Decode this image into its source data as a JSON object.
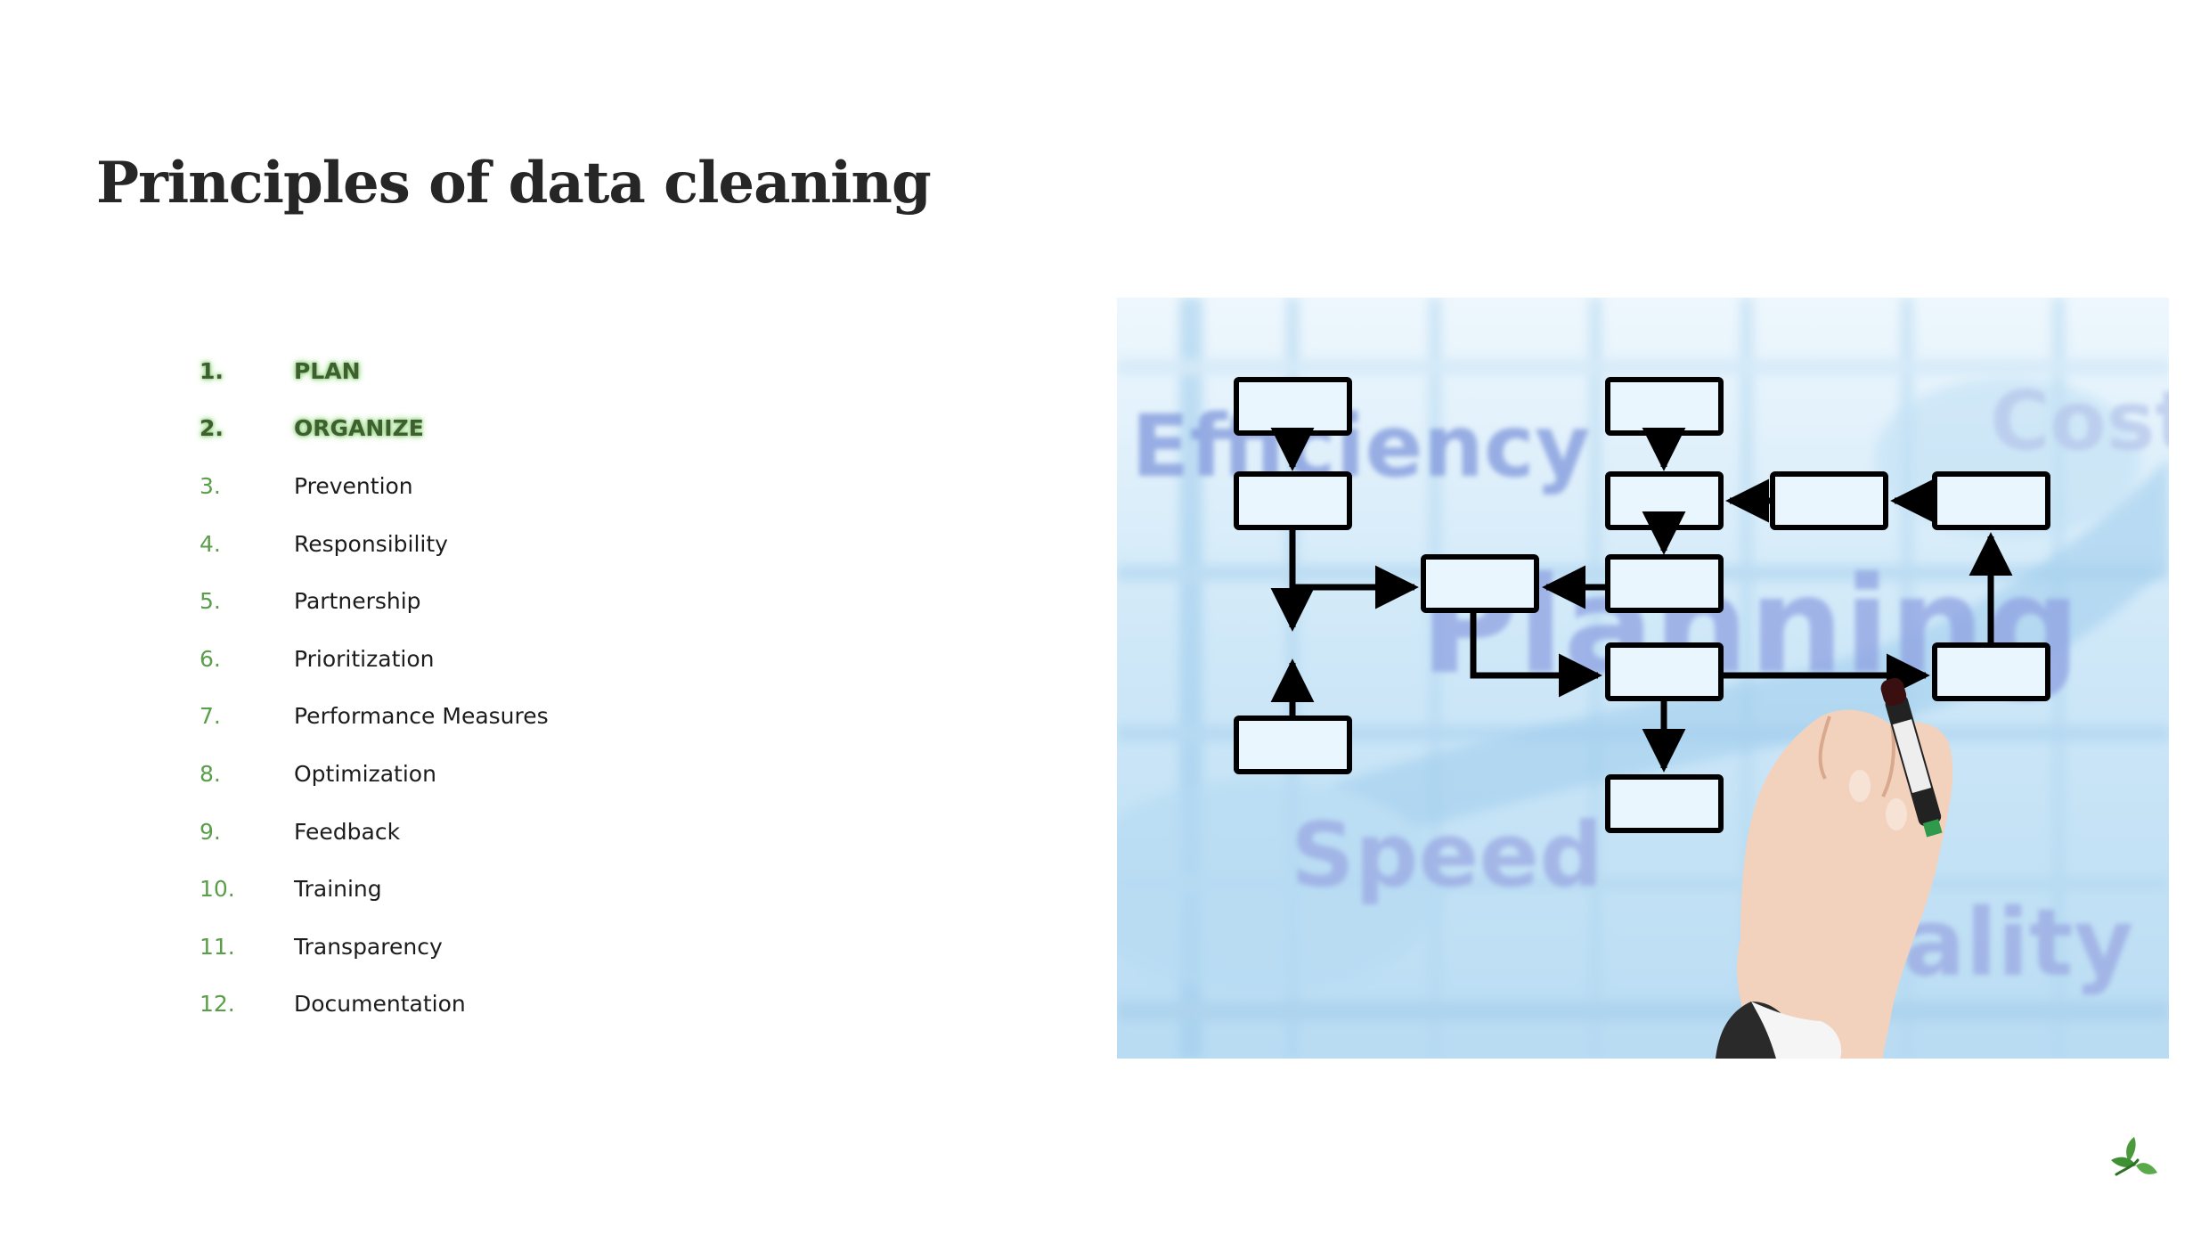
{
  "slide": {
    "title": "Principles of data cleaning",
    "items": [
      {
        "number": "1.",
        "label": "PLAN",
        "highlighted": true
      },
      {
        "number": "2.",
        "label": "ORGANIZE",
        "highlighted": true
      },
      {
        "number": "3.",
        "label": "Prevention",
        "highlighted": false
      },
      {
        "number": "4.",
        "label": "Responsibility",
        "highlighted": false
      },
      {
        "number": "5.",
        "label": "Partnership",
        "highlighted": false
      },
      {
        "number": "6.",
        "label": "Prioritization",
        "highlighted": false
      },
      {
        "number": "7.",
        "label": "Performance Measures",
        "highlighted": false
      },
      {
        "number": "8.",
        "label": "Optimization",
        "highlighted": false
      },
      {
        "number": "9.",
        "label": "Feedback",
        "highlighted": false
      },
      {
        "number": "10.",
        "label": "Training",
        "highlighted": false
      },
      {
        "number": "11.",
        "label": "Transparency",
        "highlighted": false
      },
      {
        "number": "12.",
        "label": "Documentation",
        "highlighted": false
      }
    ],
    "figure": {
      "words": {
        "efficiency": "Efficiency",
        "cost": "Cost",
        "planning": "Planning",
        "speed": "Speed",
        "quality": "Quality"
      }
    },
    "logo_icon": "leaf-icon"
  },
  "colors": {
    "accent_green": "#5a9e4a",
    "title": "#262626",
    "text": "#1c1c1c",
    "figure_sky": "#c9e6f7"
  }
}
